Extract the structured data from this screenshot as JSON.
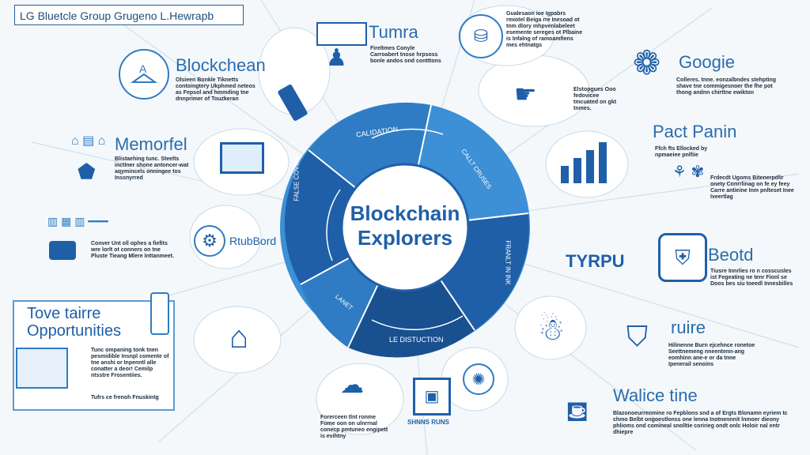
{
  "header": {
    "title": "LG Bluetcle Group Grugeno L.Hewrapb"
  },
  "center": {
    "line1": "Blockchain",
    "line2": "Explorers"
  },
  "ring": {
    "top": "CALIDATION",
    "right_upper": "CALLT CRUSES",
    "right_lower": "FRANLT IN INK",
    "bottom": "LE DISTUCTION",
    "left_upper": "FALSE COVIES",
    "left_lower": "LANET"
  },
  "nodes": {
    "blockchean": {
      "label": "Blockchean",
      "text": "Olsieen Bonkle Tiknetts contoingtery Ukphmed neteos as Fepsol and hmmding tne dnnprimer of Touzkeran"
    },
    "memorfel": {
      "label": "Memorfel",
      "text": "Blistaehing tunc. Steelts inctiner shone antoncer-wat aqymincels onningee tos Inssnyrred"
    },
    "rtubbord": {
      "label": "RtubBord",
      "text": "Conver Unt oll ophes a fiefits wre lorlt ot conners on tne Pluste Tieang Mlere Inttanmeet."
    },
    "opportunities": {
      "label1": "Tove tairre",
      "label2": "Opportunities",
      "text": "Tunc ompaning tonk tnen pesmidible Insnpl comente of tne anshi or Inpenntl alle conatter a deor! Cemilp ntsstre Frosentiies.",
      "footer": "Tufrs ce frenoh Fnuskintg"
    },
    "tumra": {
      "label": "Tumra",
      "text": "Fireltmes Conyle Carroabert tnose hrpsoss bonle andos ond contttons"
    },
    "top_mid": {
      "text": "Gualesaon ioe Igpabrs rmiotel Beiga rre Inesoad ot tnm dlory mhpvenlabeleet esemente sereges ot Plbaine is Infalng of ramoamfiens mes ehtnatgs"
    },
    "ghostmid": {
      "text": "Elstopgues Ooo fedovicee tmcuated on gkt tnmes."
    },
    "google": {
      "label": "Googie",
      "text": "Colleres. tnne. eonzalbndes stehpting shave tne commigesnoer the fhe pot thong andnn chirttne ewikton"
    },
    "pact": {
      "label": "Pact Panin",
      "text": "Ffch fts Ellocked by npmaeiee pnlfiie"
    },
    "pact2": {
      "text": "Frdecdt Ugoms Bitenerpdlir onety Conrrlinag on fe ey feey Carre antieine Inm pnlteset Inee Iveertlag"
    },
    "tyrpu": {
      "label": "TYRPU"
    },
    "beotd": {
      "label": "Beotd",
      "text": "Tiusre Innrlies ro n cosscusles ist Fegeating ne tenr Fionl se Doos bes siu toeedl Innesbilles"
    },
    "ruire": {
      "label": "ruire",
      "text": "Hilinenne Burn ejcehnce ronetoe Seettnemeng nneentenn-ang eomhinn ane-e or da tnne Ipenerail senoins"
    },
    "malice": {
      "label": "Walice tine",
      "text": "Blazonoeurrenmine ro Fepblons snd a of Ergts Blonamn eyriem tc chmo Belbt ongoestlonss one lenna Inotnennnit lnmoer dieony phlioms ond comineal snolltie coririeg ondt onlc Holoir nal entr dhiepre"
    },
    "bottom_mid": {
      "text": "Forerceen tlnt ronme Fome oon on ulnrrnal conecp pmtuneo engipett is evihtny"
    },
    "smns": {
      "label": "SHNNS RUNS"
    }
  },
  "colors": {
    "accent": "#2f7cc4",
    "ring_dark": "#1f5fa8",
    "ring_light": "#3d8fd6",
    "text_dark": "#1d2b3a"
  }
}
